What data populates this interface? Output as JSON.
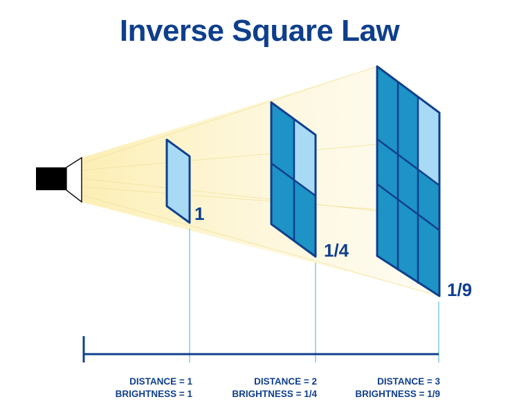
{
  "title": "Inverse Square Law",
  "colors": {
    "title": "#0f3f8c",
    "frame_stroke": "#0f3f8c",
    "cell_fill": "#1d93c6",
    "lit_cell_fill": "#a9daf5",
    "light_beam": "#fdf4c6",
    "guide_line": "#9fd8ea",
    "source": "#000000"
  },
  "stages": [
    {
      "fraction": "1",
      "distance": "DISTANCE = 1",
      "brightness": "BRIGHTNESS = 1",
      "grid": 1
    },
    {
      "fraction": "1/4",
      "distance": "DISTANCE = 2",
      "brightness": "BRIGHTNESS = 1/4",
      "grid": 2
    },
    {
      "fraction": "1/9",
      "distance": "DISTANCE = 3",
      "brightness": "BRIGHTNESS = 1/9",
      "grid": 3
    }
  ],
  "icons": {
    "source": "spotlight-icon"
  }
}
